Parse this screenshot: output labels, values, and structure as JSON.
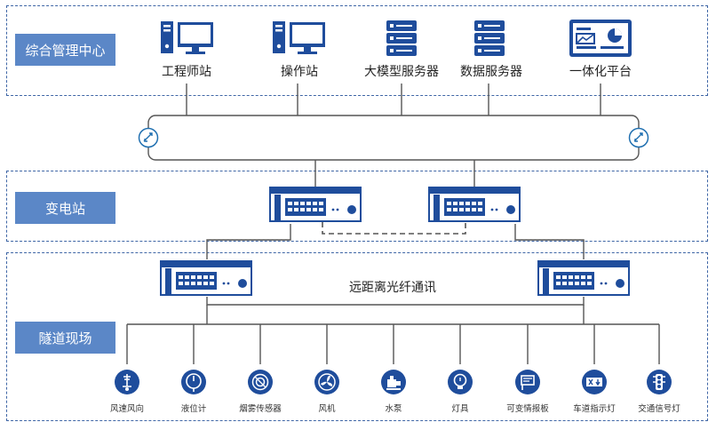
{
  "colors": {
    "accent": "#1f4d9c",
    "label_bg": "#5b87c7",
    "border": "#3f66a6",
    "wire": "#555555"
  },
  "zones": {
    "management": {
      "label": "综合管理中心"
    },
    "substation": {
      "label": "变电站"
    },
    "tunnel": {
      "label": "隧道现场"
    }
  },
  "stations": [
    {
      "label": "工程师站",
      "icon": "workstation-icon"
    },
    {
      "label": "操作站",
      "icon": "workstation-icon"
    },
    {
      "label": "大模型服务器",
      "icon": "server-icon"
    },
    {
      "label": "数据服务器",
      "icon": "server-icon"
    },
    {
      "label": "一体化平台",
      "icon": "dashboard-icon"
    }
  ],
  "fiber_label": "远距离光纤通讯",
  "devices": [
    {
      "label": "风速风向",
      "icon": "wind-speed-icon"
    },
    {
      "label": "液位计",
      "icon": "level-gauge-icon"
    },
    {
      "label": "烟雾传感器",
      "icon": "smoke-sensor-icon"
    },
    {
      "label": "风机",
      "icon": "fan-icon"
    },
    {
      "label": "水泵",
      "icon": "pump-icon"
    },
    {
      "label": "灯具",
      "icon": "lamp-icon"
    },
    {
      "label": "可变情报板",
      "icon": "message-board-icon"
    },
    {
      "label": "车道指示灯",
      "icon": "lane-indicator-icon"
    },
    {
      "label": "交通信号灯",
      "icon": "traffic-light-icon"
    }
  ]
}
